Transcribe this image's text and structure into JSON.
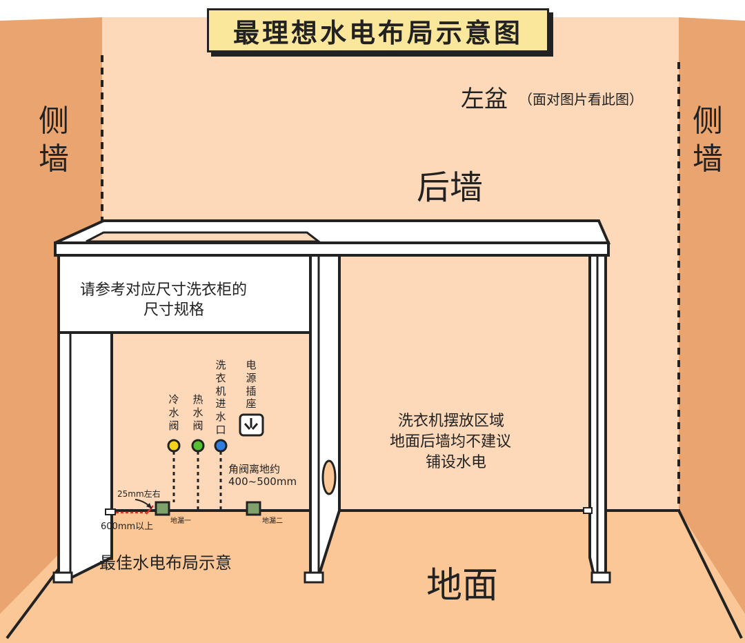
{
  "title": "最理想水电布局示意图",
  "labels": {
    "side_wall_left": "侧墙",
    "side_wall_right": "侧墙",
    "left_basin": "左盆",
    "left_basin_note": "（面对图片看此图）",
    "back_wall": "后墙",
    "floor": "地面",
    "cabinet_note_line1": "请参考对应尺寸洗衣柜的",
    "cabinet_note_line2": "尺寸规格",
    "cold_valve": "冷水阀",
    "hot_valve": "热水阀",
    "washer_inlet": "洗衣机进水口",
    "power_socket": "电源插座",
    "valve_height_line1": "角阀离地约",
    "valve_height_line2": "400~500mm",
    "dim_25mm": "25mm左右",
    "dim_600mm": "600mm以上",
    "floor_drain_1": "地漏一",
    "floor_drain_2": "地漏二",
    "washer_area_line1": "洗衣机摆放区域",
    "washer_area_line2": "地面后墙均不建议",
    "washer_area_line3": "铺设水电",
    "best_layout": "最佳水电布局示意"
  },
  "colors": {
    "back_wall": "#fdd9b9",
    "side_wall": "#e9a46f",
    "floor": "#fbc796",
    "title_bg": "#fbe79b",
    "cold_dot": "#f2d21a",
    "hot_dot": "#56c032",
    "inlet_dot": "#2f7de1",
    "drain": "#7fa26c",
    "dim_arrow": "#e0302a",
    "outline": "#222222"
  }
}
